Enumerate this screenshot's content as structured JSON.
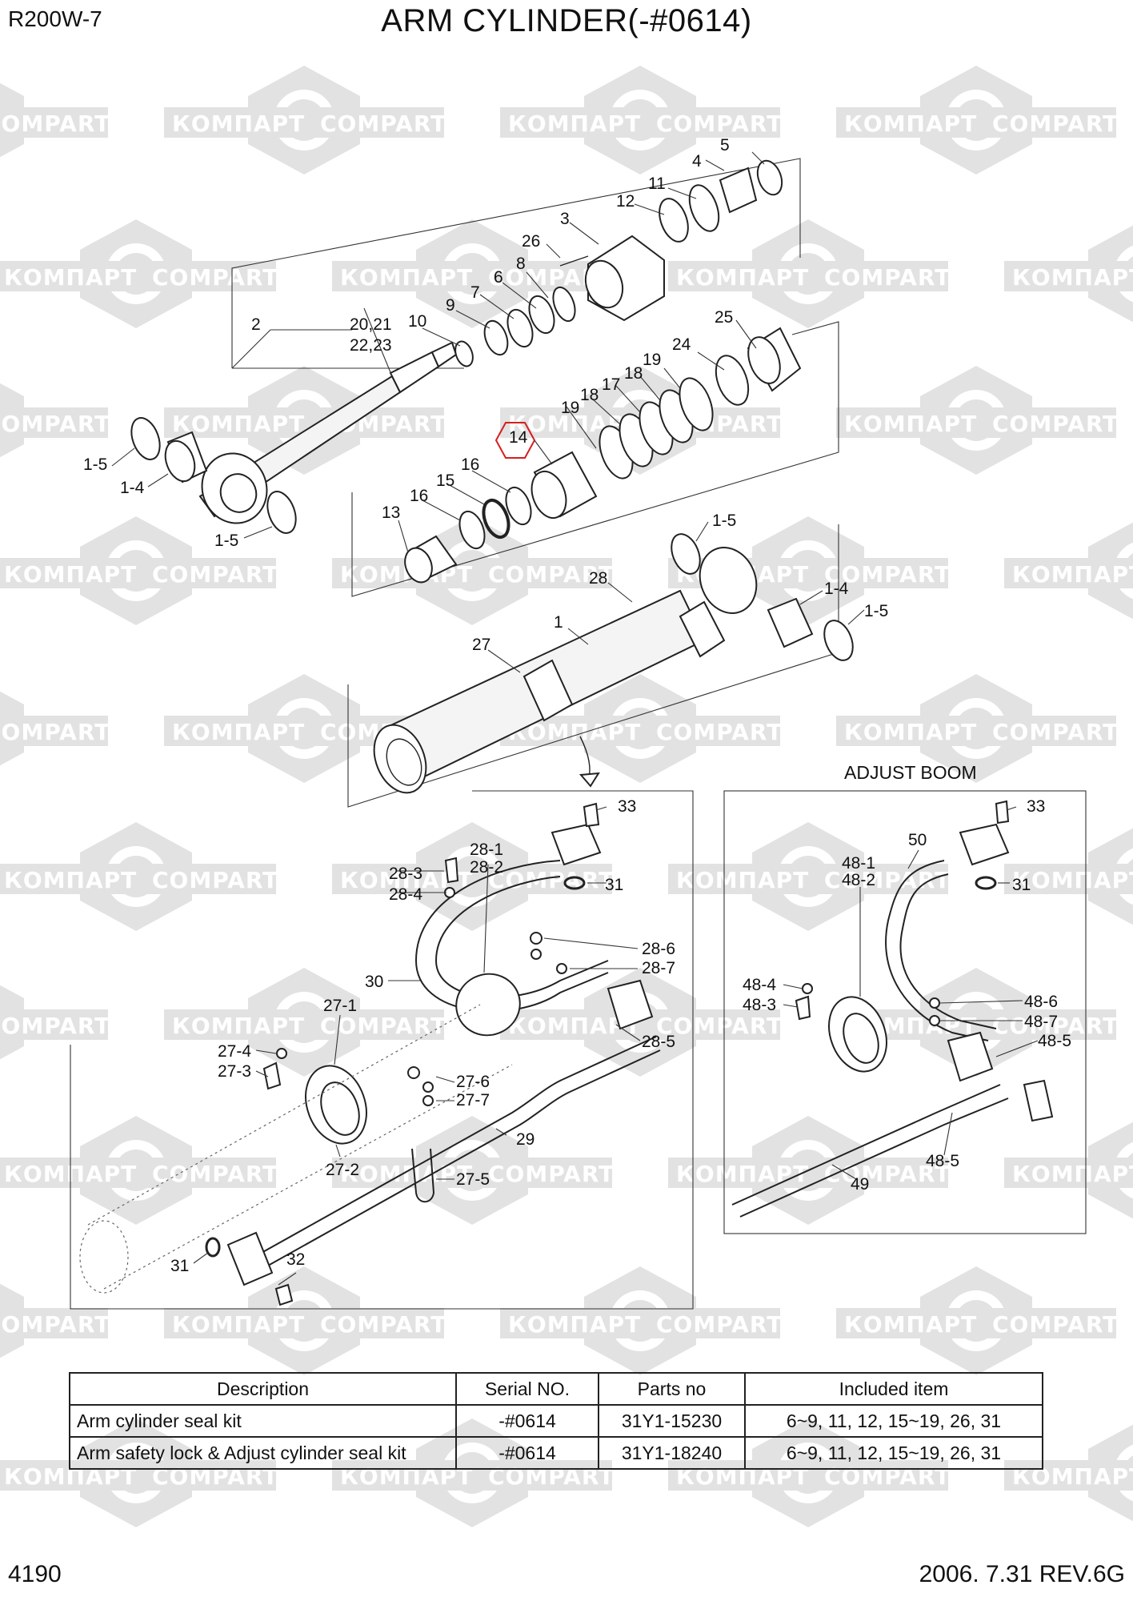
{
  "header": {
    "model": "R200W-7",
    "title": "ARM CYLINDER(-#0614)"
  },
  "footer": {
    "page": "4190",
    "revision": "2006. 7.31  REV.6G"
  },
  "watermark": {
    "left_word": "КОМПАРТ",
    "right_word": "COMPART"
  },
  "colors": {
    "watermark_shape": "#e2e2e2",
    "watermark_text": "#ffffff",
    "highlight": "#d61e1e",
    "line": "#222222"
  },
  "callouts": {
    "c5": "5",
    "c4": "4",
    "c11": "11",
    "c12": "12",
    "c3": "3",
    "c26": "26",
    "c8": "8",
    "c6": "6",
    "c7": "7",
    "c9": "9",
    "c10": "10",
    "c2": "2",
    "c20_21": "20,21",
    "c22_23": "22,23",
    "c25": "25",
    "c24": "24",
    "c19a": "19",
    "c18a": "18",
    "c17": "17",
    "c18b": "18",
    "c19b": "19",
    "c14": "14",
    "c16a": "16",
    "c15": "15",
    "c16b": "16",
    "c13": "13",
    "c1_5a": "1-5",
    "c1_4a": "1-4",
    "c1_5b": "1-5",
    "c1_5c": "1-5",
    "c1_4b": "1-4",
    "c1_5d": "1-5",
    "c28": "28",
    "c1": "1",
    "c27": "27",
    "c33a": "33",
    "c28_1": "28-1",
    "c28_2": "28-2",
    "c28_3": "28-3",
    "c28_4": "28-4",
    "c31a": "31",
    "c28_6": "28-6",
    "c28_7": "28-7",
    "c30": "30",
    "c27_1": "27-1",
    "c28_5": "28-5",
    "c27_4": "27-4",
    "c27_3": "27-3",
    "c27_6": "27-6",
    "c27_7": "27-7",
    "c29": "29",
    "c27_2": "27-2",
    "c27_5": "27-5",
    "c31b": "31",
    "c32": "32",
    "c33b": "33",
    "c50": "50",
    "c48_1": "48-1",
    "c48_2": "48-2",
    "c31c": "31",
    "c48_4": "48-4",
    "c48_3": "48-3",
    "c48_6": "48-6",
    "c48_7": "48-7",
    "c48_5a": "48-5",
    "c48_5b": "48-5",
    "c49": "49"
  },
  "adjust_boom_label": "ADJUST BOOM",
  "seal_kits": {
    "headers": [
      "Description",
      "Serial NO.",
      "Parts no",
      "Included item"
    ],
    "rows": [
      {
        "description": "Arm cylinder seal kit",
        "serial": "-#0614",
        "parts_no": "31Y1-15230",
        "included": "6~9, 11, 12, 15~19, 26, 31"
      },
      {
        "description": "Arm safety lock & Adjust cylinder seal kit",
        "serial": "-#0614",
        "parts_no": "31Y1-18240",
        "included": "6~9, 11, 12, 15~19, 26, 31"
      }
    ]
  }
}
